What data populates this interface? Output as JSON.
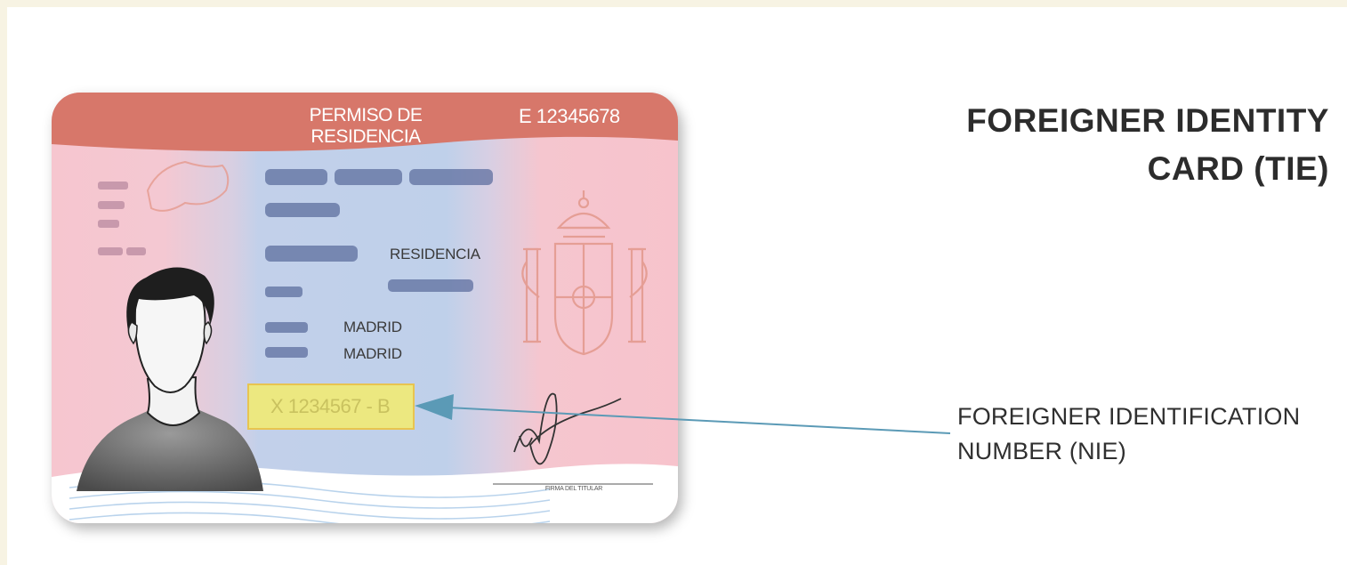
{
  "card": {
    "title": "PERMISO DE RESIDENCIA",
    "number": "E 12345678",
    "permit_type": "RESIDENCIA",
    "place_1": "MADRID",
    "place_2": "MADRID",
    "nie": "X 1234567 - B",
    "signature_caption": "FIRMA DEL TITULAR"
  },
  "heading": {
    "line1": "FOREIGNER IDENTITY",
    "line2": "CARD (TIE)"
  },
  "callout": {
    "line1": "FOREIGNER IDENTIFICATION",
    "line2": "NUMBER (NIE)"
  },
  "colors": {
    "header_band": "#d7776a",
    "highlight_box": "#ece880",
    "arrow": "#5b9ab6",
    "blurred_text": "#5a6b9c"
  }
}
